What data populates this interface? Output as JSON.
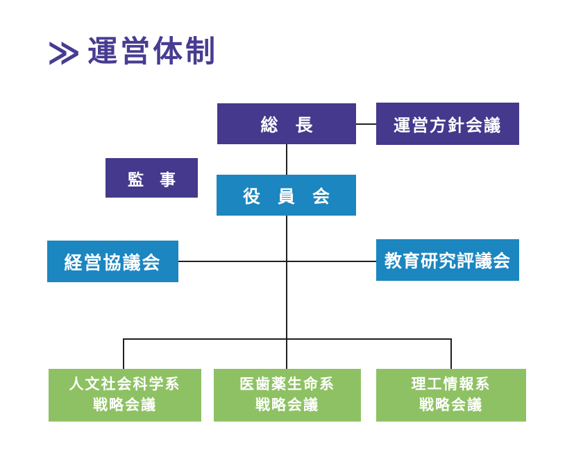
{
  "title": {
    "marker": "≫",
    "text": "運営体制"
  },
  "colors": {
    "purple": "#44398C",
    "blue": "#1B86C0",
    "green": "#8EC163",
    "line": "#1F1F1F",
    "title": "#473C92"
  },
  "nodes": {
    "president": {
      "label": "総　長"
    },
    "policy_meeting": {
      "label": "運営方針会議"
    },
    "auditor": {
      "label": "監　事"
    },
    "board": {
      "label": "役　員　会"
    },
    "management_council": {
      "label": "経営協議会"
    },
    "education_research_council": {
      "label": "教育研究評議会"
    },
    "strategy_councils": [
      {
        "line1": "人文社会科学系",
        "line2": "戦略会議"
      },
      {
        "line1": "医歯薬生命系",
        "line2": "戦略会議"
      },
      {
        "line1": "理工情報系",
        "line2": "戦略会議"
      }
    ]
  }
}
